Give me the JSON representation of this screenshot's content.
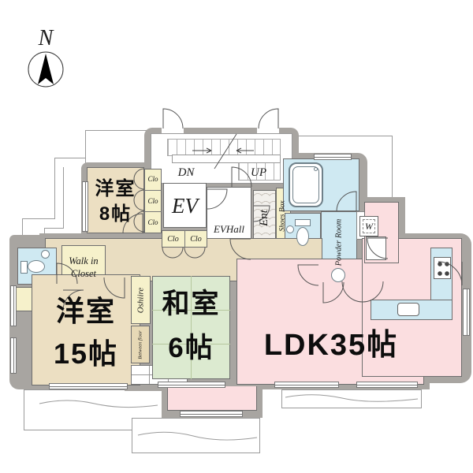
{
  "compass": {
    "north_label": "N"
  },
  "stairs": {
    "down_label": "DN",
    "up_label": "UP"
  },
  "elevator": {
    "label": "EV",
    "hall_label": "EVHall"
  },
  "entrance": {
    "label": "Ent",
    "shoes_box_label": "Shoes Box"
  },
  "wet_areas": {
    "powder_room_label": "Powder Room",
    "washer_label": "W"
  },
  "closets": {
    "clo_column": [
      "Clo",
      "Clo",
      "Clo"
    ],
    "clo_pair": [
      "Clo",
      "Clo"
    ],
    "walk_in_closet_line1": "Walk in",
    "walk_in_closet_line2": "Closet",
    "oshiire_label": "Oshiire",
    "between_floor_label": "Between floor"
  },
  "rooms": {
    "western8": {
      "line1": "洋室",
      "line2": "8帖"
    },
    "western15": {
      "line1": "洋室",
      "line2": "15帖"
    },
    "japanese6": {
      "line1": "和室",
      "line2": "6帖"
    },
    "ldk": {
      "label": "LDK35帖"
    }
  },
  "colors": {
    "wall": "#a8a5a1",
    "western_room": "#ecdfc2",
    "hallway": "#e9ddc1",
    "tatami": "#dcead0",
    "ldk": "#fbdee0",
    "wet_area": "#cfe9f2",
    "closet": "#f6f1cb",
    "between_floor": "#e7d9b6"
  }
}
